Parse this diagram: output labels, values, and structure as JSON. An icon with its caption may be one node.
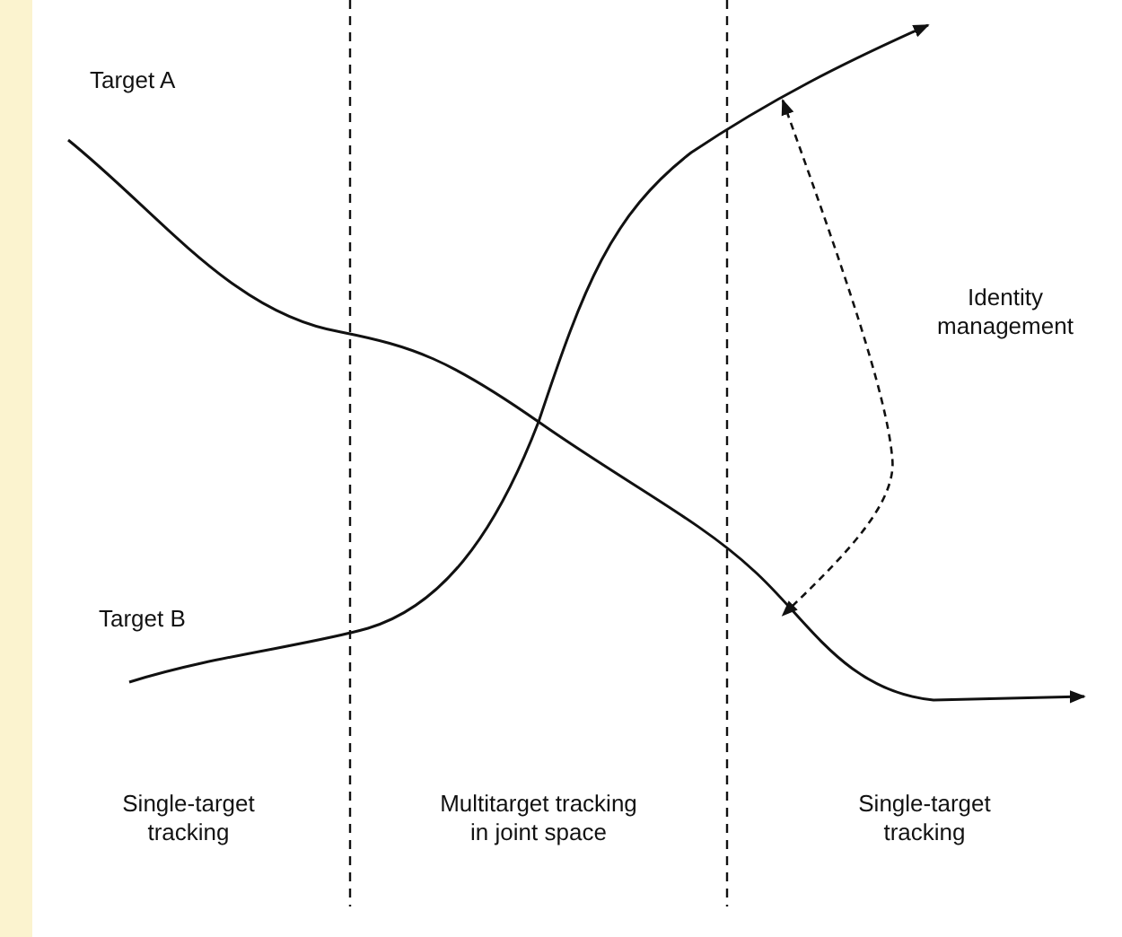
{
  "diagram": {
    "nodes": [
      {
        "text": [],
        "shape": "curve"
      },
      {
        "text": [],
        "shape": "curve"
      }
    ],
    "edges": [
      {
        "from": 0,
        "to": 1,
        "arrow": "both",
        "style": "dashed",
        "label": "Identity management"
      }
    ],
    "labels": [
      "Target A",
      "Target B",
      "Single-target tracking",
      "Multitarget tracking in joint space",
      "Single-target tracking"
    ]
  }
}
